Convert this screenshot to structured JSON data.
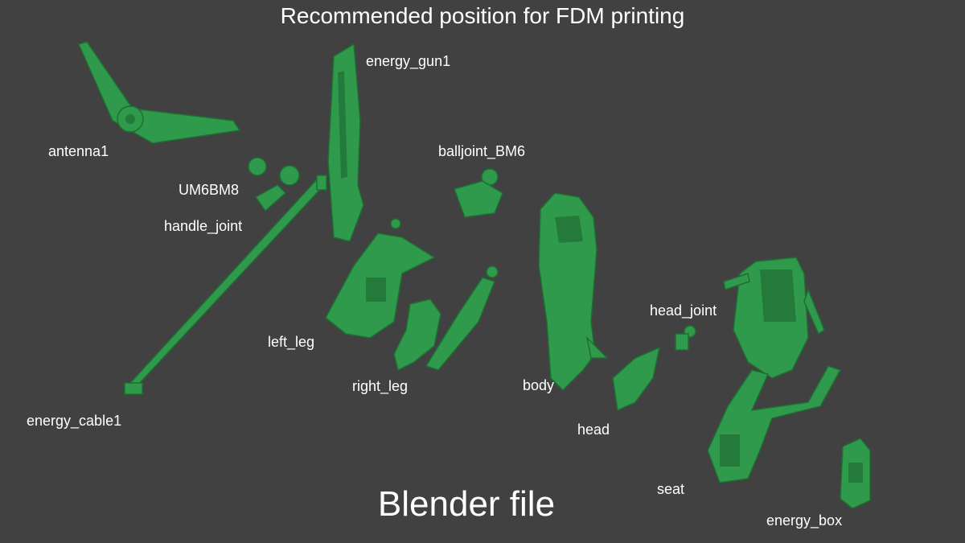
{
  "title": "Recommended position for FDM printing",
  "footer": "Blender file",
  "colors": {
    "background": "#414141",
    "part": "#2f9a4b"
  },
  "labels": {
    "antenna1": "antenna1",
    "energy_gun1": "energy_gun1",
    "balljoint_BM6": "balljoint_BM6",
    "UM6BM8": "UM6BM8",
    "handle_joint": "handle_joint",
    "left_leg": "left_leg",
    "right_leg": "right_leg",
    "body": "body",
    "head_joint": "head_joint",
    "head": "head",
    "energy_cable1": "energy_cable1",
    "seat": "seat",
    "energy_box": "energy_box"
  }
}
